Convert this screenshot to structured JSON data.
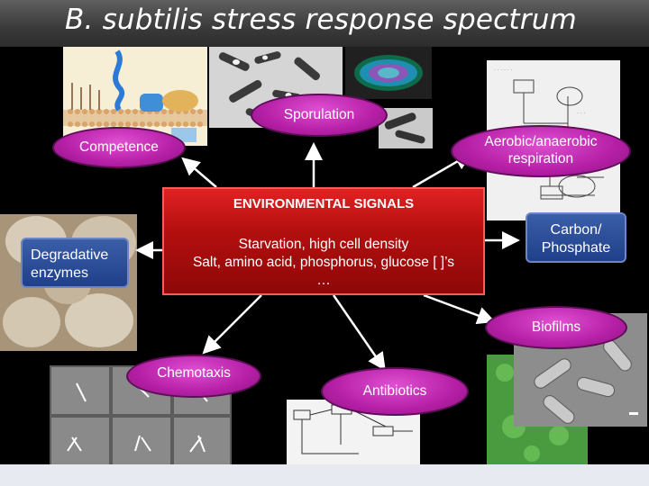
{
  "title": "B. subtilis stress response spectrum",
  "center": {
    "heading": "ENVIRONMENTAL SIGNALS",
    "line1": "Starvation, high cell density",
    "line2": "Salt, amino acid, phosphorus, glucose [  ]’s",
    "line3": "…"
  },
  "nodes": {
    "sporulation": "Sporulation",
    "competence": "Competence",
    "respiration_line1": "Aerobic/anaerobic",
    "respiration_line2": "respiration",
    "degradative_line1": "Degradative",
    "degradative_line2": "enzymes",
    "carbon_line1": "Carbon/",
    "carbon_line2": "Phosphate",
    "biofilms": "Biofilms",
    "chemotaxis": "Chemotaxis",
    "antibiotics": "Antibiotics"
  },
  "colors": {
    "oval": "#b51fa6",
    "center_box": "#c41414",
    "blue_box": "#2a4b96",
    "arrow": "#ffffff"
  }
}
